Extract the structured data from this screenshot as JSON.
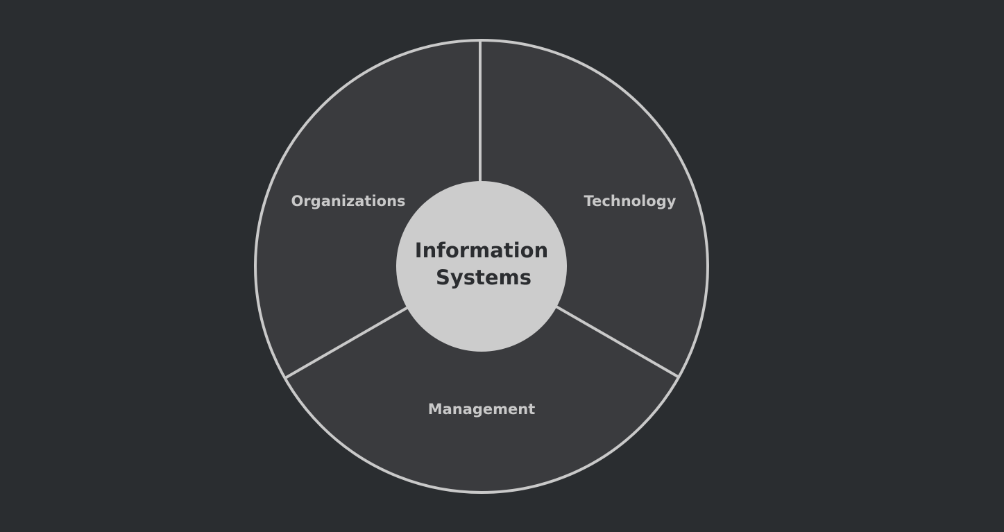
{
  "diagram": {
    "center": {
      "line1": "Information",
      "line2": "Systems"
    },
    "segments": {
      "top_left": "Organizations",
      "top_right": "Technology",
      "bottom": "Management"
    },
    "colors": {
      "background": "#2a2d30",
      "segment_fill": "#3a3b3e",
      "stroke": "#c9c9c9",
      "hub_fill": "#cccccc",
      "hub_text": "#2b2d30"
    }
  }
}
